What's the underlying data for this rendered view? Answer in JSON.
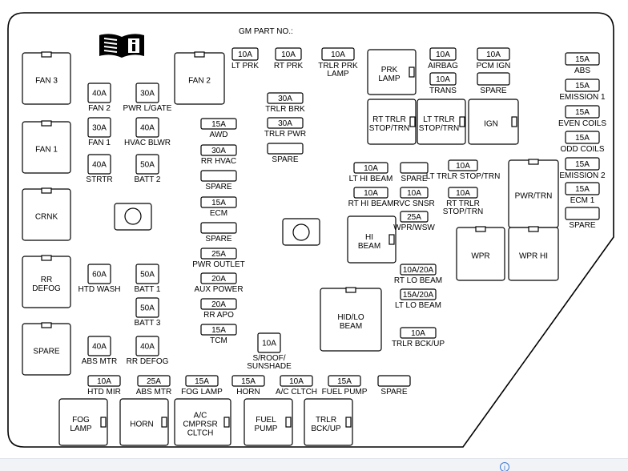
{
  "header": {
    "part_no_label": "GM PART NO.:"
  },
  "colors": {
    "highlight": "#f6ee1f",
    "line": "#000000",
    "background": "#ffffff"
  },
  "icons": {
    "manual": "manual-info-icon",
    "footer": "info-icon"
  },
  "footer": {
    "icon_glyph": "i"
  },
  "relays": [
    {
      "id": "fan3",
      "label": "FAN 3"
    },
    {
      "id": "fan1",
      "label": "FAN 1"
    },
    {
      "id": "crnk",
      "label": "CRNK"
    },
    {
      "id": "rrdefog",
      "label": "RR\nDEFOG"
    },
    {
      "id": "spare-left",
      "label": "SPARE"
    },
    {
      "id": "fan2",
      "label": "FAN 2"
    },
    {
      "id": "prk",
      "label": "PRK\nLAMP"
    },
    {
      "id": "rttrlr",
      "label": "RT TRLR\nSTOP/TRN"
    },
    {
      "id": "lttrlr",
      "label": "LT TRLR\nSTOP/TRN"
    },
    {
      "id": "ign",
      "label": "IGN"
    },
    {
      "id": "pwrtrn",
      "label": "PWR/TRN"
    },
    {
      "id": "hibeam",
      "label": "HI\nBEAM"
    },
    {
      "id": "wpr",
      "label": "WPR"
    },
    {
      "id": "wprhi",
      "label": "WPR HI"
    },
    {
      "id": "hidlo",
      "label": "HID/LO\nBEAM"
    },
    {
      "id": "foglamp",
      "label": "FOG\nLAMP"
    },
    {
      "id": "horn",
      "label": "HORN"
    },
    {
      "id": "acclutch",
      "label": "A/C\nCMPRSR\nCLTCH",
      "highlight": true
    },
    {
      "id": "fuelpump",
      "label": "FUEL\nPUMP"
    },
    {
      "id": "trlrbck",
      "label": "TRLR\nBCK/UP"
    }
  ],
  "fuses": [
    {
      "id": "ltprk",
      "amp": "10A",
      "label": "LT PRK"
    },
    {
      "id": "rtprk",
      "amp": "10A",
      "label": "RT PRK"
    },
    {
      "id": "trlrprk",
      "amp": "10A",
      "label": "TRLR PRK\nLAMP"
    },
    {
      "id": "airbag",
      "amp": "10A",
      "label": "AIRBAG"
    },
    {
      "id": "pcmign",
      "amp": "10A",
      "label": "PCM IGN"
    },
    {
      "id": "trans",
      "amp": "10A",
      "label": "TRANS"
    },
    {
      "id": "spare-top",
      "amp": "",
      "label": "SPARE"
    },
    {
      "id": "abs",
      "amp": "15A",
      "label": "ABS"
    },
    {
      "id": "emission1",
      "amp": "15A",
      "label": "EMISSION 1"
    },
    {
      "id": "evencoils",
      "amp": "15A",
      "label": "EVEN COILS"
    },
    {
      "id": "oddcoils",
      "amp": "15A",
      "label": "ODD COILS"
    },
    {
      "id": "emission2",
      "amp": "15A",
      "label": "EMISSION 2"
    },
    {
      "id": "ecm1",
      "amp": "15A",
      "label": "ECM 1"
    },
    {
      "id": "spare-right",
      "amp": "",
      "label": "SPARE"
    },
    {
      "id": "fan2f",
      "amp": "40A",
      "label": "FAN 2"
    },
    {
      "id": "pwrlgate",
      "amp": "30A",
      "label": "PWR L/GATE"
    },
    {
      "id": "fan1f",
      "amp": "30A",
      "label": "FAN 1"
    },
    {
      "id": "hvacblwr",
      "amp": "40A",
      "label": "HVAC BLWR"
    },
    {
      "id": "strtr",
      "amp": "40A",
      "label": "STRTR"
    },
    {
      "id": "batt2",
      "amp": "50A",
      "label": "BATT 2"
    },
    {
      "id": "htdwash",
      "amp": "60A",
      "label": "HTD WASH"
    },
    {
      "id": "batt1",
      "amp": "50A",
      "label": "BATT 1"
    },
    {
      "id": "batt3",
      "amp": "50A",
      "label": "BATT 3"
    },
    {
      "id": "absmtrm",
      "amp": "40A",
      "label": "ABS MTR"
    },
    {
      "id": "rrdefogf",
      "amp": "40A",
      "label": "RR DEFOG"
    },
    {
      "id": "awd",
      "amp": "15A",
      "label": "AWD"
    },
    {
      "id": "rrhvac",
      "amp": "30A",
      "label": "RR HVAC"
    },
    {
      "id": "spare-mid1",
      "amp": "",
      "label": "SPARE"
    },
    {
      "id": "ecm",
      "amp": "15A",
      "label": "ECM"
    },
    {
      "id": "spare-mid2",
      "amp": "",
      "label": "SPARE"
    },
    {
      "id": "pwroutlet",
      "amp": "25A",
      "label": "PWR OUTLET"
    },
    {
      "id": "auxpower",
      "amp": "20A",
      "label": "AUX POWER"
    },
    {
      "id": "rrapo",
      "amp": "20A",
      "label": "RR APO"
    },
    {
      "id": "tcm",
      "amp": "15A",
      "label": "TCM"
    },
    {
      "id": "trlrbrk",
      "amp": "30A",
      "label": "TRLR BRK"
    },
    {
      "id": "trlrpwr",
      "amp": "30A",
      "label": "TRLR PWR"
    },
    {
      "id": "spare-c",
      "amp": "",
      "label": "SPARE"
    },
    {
      "id": "sroof",
      "amp": "10A",
      "label": "S/ROOF/\nSUNSHADE"
    },
    {
      "id": "lthibeam",
      "amp": "10A",
      "label": "LT HI BEAM"
    },
    {
      "id": "spare-hb",
      "amp": "",
      "label": "SPARE"
    },
    {
      "id": "lttrlrst",
      "amp": "10A",
      "label": "LT TRLR STOP/TRN"
    },
    {
      "id": "rthibeam",
      "amp": "10A",
      "label": "RT HI BEAM"
    },
    {
      "id": "rvcsnsr",
      "amp": "10A",
      "label": "RVC SNSR"
    },
    {
      "id": "rttrlrst",
      "amp": "10A",
      "label": "RT TRLR\nSTOP/TRN"
    },
    {
      "id": "wprwsw",
      "amp": "25A",
      "label": "WPR/WSW"
    },
    {
      "id": "rtlobeam",
      "amp": "10A/20A",
      "label": "RT LO BEAM"
    },
    {
      "id": "ltlobeam",
      "amp": "15A/20A",
      "label": "LT LO BEAM"
    },
    {
      "id": "trlrbckup",
      "amp": "10A",
      "label": "TRLR BCK/UP"
    },
    {
      "id": "htdmir",
      "amp": "10A",
      "label": "HTD MIR"
    },
    {
      "id": "absmtr2",
      "amp": "25A",
      "label": "ABS MTR"
    },
    {
      "id": "foglampf",
      "amp": "15A",
      "label": "FOG LAMP"
    },
    {
      "id": "hornf",
      "amp": "15A",
      "label": "HORN"
    },
    {
      "id": "acclt",
      "amp": "10A",
      "label": "A/C CLTCH"
    },
    {
      "id": "fuelpumpf",
      "amp": "15A",
      "label": "FUEL PUMP"
    },
    {
      "id": "spare-bot",
      "amp": "",
      "label": "SPARE"
    }
  ]
}
